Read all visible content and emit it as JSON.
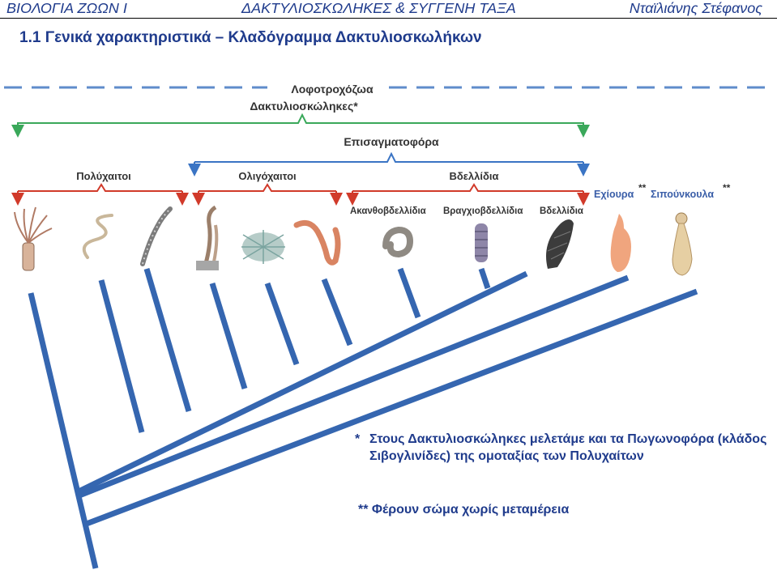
{
  "header": {
    "left": "ΒΙΟΛΟΓΙΑ ΖΩΩΝ Ι",
    "center": "ΔΑΚΤΥΛΙΟΣΚΩΛΗΚΕΣ & ΣΥΓΓΕΝΗ ΤΑΞΑ",
    "right": "Νταϊλιάνης Στέφανος"
  },
  "section_title": "1.1  Γενικά χαρακτηριστικά – Κλαδόγραμμα Δακτυλιοσκωλήκων",
  "diagram": {
    "top_group": "Λοφοτροχόζωα",
    "annelids_group": "Δακτυλιοσκώληκες*",
    "clitellata_group": "Επισαγματοφόρα",
    "subgroups": {
      "polychaeta": "Πολύχαιτοι",
      "oligochaeta": "Ολιγόχαιτοι",
      "hirudinea": "Βδελλίδια"
    },
    "taxa": {
      "acanthobdellida": "Ακανθοβδελλίδια",
      "branchiobdellida": "Βραγχιοβδελλίδια",
      "hirudinida": "Βδελλίδια",
      "echiura": "Εχίουρα",
      "echiura_mark": "**",
      "sipuncula": "Σιπούνκουλα",
      "sipuncula_mark": "**"
    },
    "colors": {
      "cladogram": "#3566b0",
      "dashed": "#5f8ccb",
      "green_bracket": "#3aa85a",
      "blue_bracket": "#3a74c4",
      "red_bracket": "#d13a2a"
    },
    "organism_icons": [
      "fan-worm-icon",
      "thin-worm-icon",
      "segmented-worm-icon",
      "tube-worm-icon",
      "bristle-worm-icon",
      "earthworm-icon",
      "coiled-leech-icon",
      "branchiobdellid-icon",
      "leech-icon",
      "echiuran-icon",
      "sipunculan-icon"
    ]
  },
  "notes": {
    "note1_mark": "*",
    "note1_line1": "Στους Δακτυλιοσκώληκες μελετάμε και τα Πωγωνοφόρα (κλάδος",
    "note1_line2": "Σιβογλινίδες) της ομοταξίας των Πολυχαίτων",
    "note2": "**  Φέρουν σώμα χωρίς μεταμέρεια"
  }
}
